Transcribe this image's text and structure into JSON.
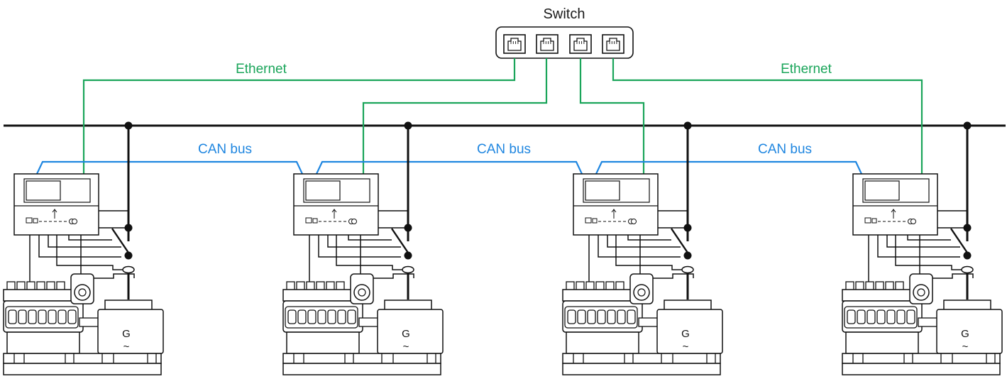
{
  "labels": {
    "switch": "Switch",
    "ethernet_left": "Ethernet",
    "ethernet_right": "Ethernet",
    "can_bus_1": "CAN bus",
    "can_bus_2": "CAN bus",
    "can_bus_3": "CAN bus"
  },
  "generator_symbol": "G",
  "generator_ac_symbol": "~",
  "colors": {
    "ethernet": "#1aa55a",
    "can_bus": "#1f86e0",
    "power": "#111111"
  },
  "units": [
    {
      "controller_id": "unit-1"
    },
    {
      "controller_id": "unit-2"
    },
    {
      "controller_id": "unit-3"
    },
    {
      "controller_id": "unit-4"
    }
  ]
}
